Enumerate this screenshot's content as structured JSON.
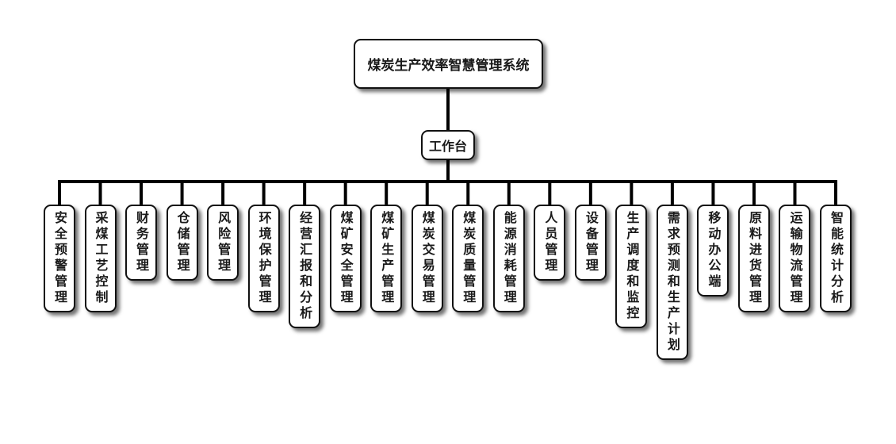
{
  "root": {
    "label": "煤炭生产效率智慧管理系统"
  },
  "hub": {
    "label": "工作台"
  },
  "modules": [
    {
      "label": "安全预警管理"
    },
    {
      "label": "采煤工艺控制"
    },
    {
      "label": "财务管理"
    },
    {
      "label": "仓储管理"
    },
    {
      "label": "风险管理"
    },
    {
      "label": "环境保护管理"
    },
    {
      "label": "经营汇报和分析"
    },
    {
      "label": "煤矿安全管理"
    },
    {
      "label": "煤矿生产管理"
    },
    {
      "label": "煤炭交易管理"
    },
    {
      "label": "煤炭质量管理"
    },
    {
      "label": "能源消耗管理"
    },
    {
      "label": "人员管理"
    },
    {
      "label": "设备管理"
    },
    {
      "label": "生产调度和监控"
    },
    {
      "label": "需求预测和生产计划"
    },
    {
      "label": "移动办公端"
    },
    {
      "label": "原料进货管理"
    },
    {
      "label": "运输物流管理"
    },
    {
      "label": "智能统计分析"
    }
  ],
  "colors": {
    "line": "#000000",
    "box_border": "#111111",
    "text": "#1a1a1a"
  }
}
